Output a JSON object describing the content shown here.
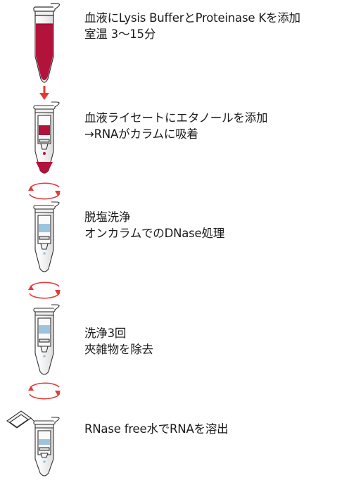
{
  "steps": [
    {
      "line1": "血液にLysis BufferとProteinase Kを添加",
      "line2": "室温 3～15分"
    },
    {
      "line1": "血液ライセートにエタノールを添加",
      "line2": "→RNAがカラムに吸着"
    },
    {
      "line1": "脱塩洗浄",
      "line2": "オンカラムでのDNase処理"
    },
    {
      "line1": "洗浄3回",
      "line2": "夾雑物を除去"
    },
    {
      "line1": "RNase free水でRNAを溶出",
      "line2": ""
    }
  ],
  "colors": {
    "blood": "#b3123a",
    "arrow": "#e53a33",
    "spin": "#e23b3b",
    "liquid": "#9ec3de",
    "outline": "#333333"
  },
  "icons": [
    "tube-with-blood",
    "arrow-down",
    "column-tube-loaded",
    "centrifuge-spin-icon",
    "column-tube-wash",
    "column-tube-elute-open-lid"
  ]
}
